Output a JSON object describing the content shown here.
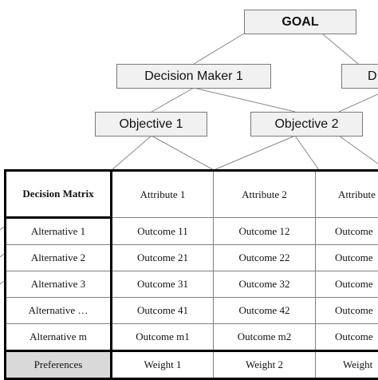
{
  "hierarchy": {
    "goal": "GOAL",
    "decision_maker_1": "Decision Maker 1",
    "decision_maker_2_partial": "D",
    "objective_1": "Objective 1",
    "objective_2": "Objective 2"
  },
  "matrix": {
    "corner": "Decision Matrix",
    "attributes": [
      "Attribute 1",
      "Attribute 2",
      "Attribute"
    ],
    "alternatives": [
      {
        "name": "Alternative 1",
        "outcomes": [
          "Outcome 11",
          "Outcome 12",
          "Outcome"
        ]
      },
      {
        "name": "Alternative 2",
        "outcomes": [
          "Outcome 21",
          "Outcome 22",
          "Outcome"
        ]
      },
      {
        "name": "Alternative 3",
        "outcomes": [
          "Outcome 31",
          "Outcome 32",
          "Outcome"
        ]
      },
      {
        "name": "Alternative …",
        "outcomes": [
          "Outcome 41",
          "Outcome 42",
          "Outcome"
        ]
      },
      {
        "name": "Alternative m",
        "outcomes": [
          "Outcome m1",
          "Outcome m2",
          "Outcome"
        ]
      }
    ],
    "preferences_label": "Preferences",
    "weights": [
      "Weight 1",
      "Weight 2",
      "Weight"
    ]
  }
}
